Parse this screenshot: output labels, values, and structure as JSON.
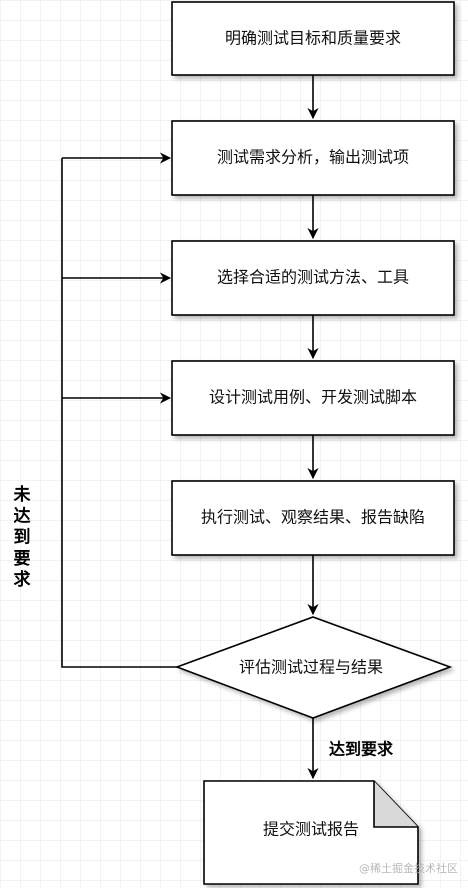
{
  "nodes": {
    "goal": "明确测试目标和质量要求",
    "analyze": "测试需求分析，输出测试项",
    "method": "选择合适的测试方法、工具",
    "design": "设计测试用例、开发测试脚本",
    "execute": "执行测试、观察结果、报告缺陷",
    "evaluate": "评估测试过程与结果",
    "report": "提交测试报告"
  },
  "labels": {
    "not_met": "未达到要求",
    "met": "达到要求"
  },
  "watermark": "@稀土掘金技术社区"
}
